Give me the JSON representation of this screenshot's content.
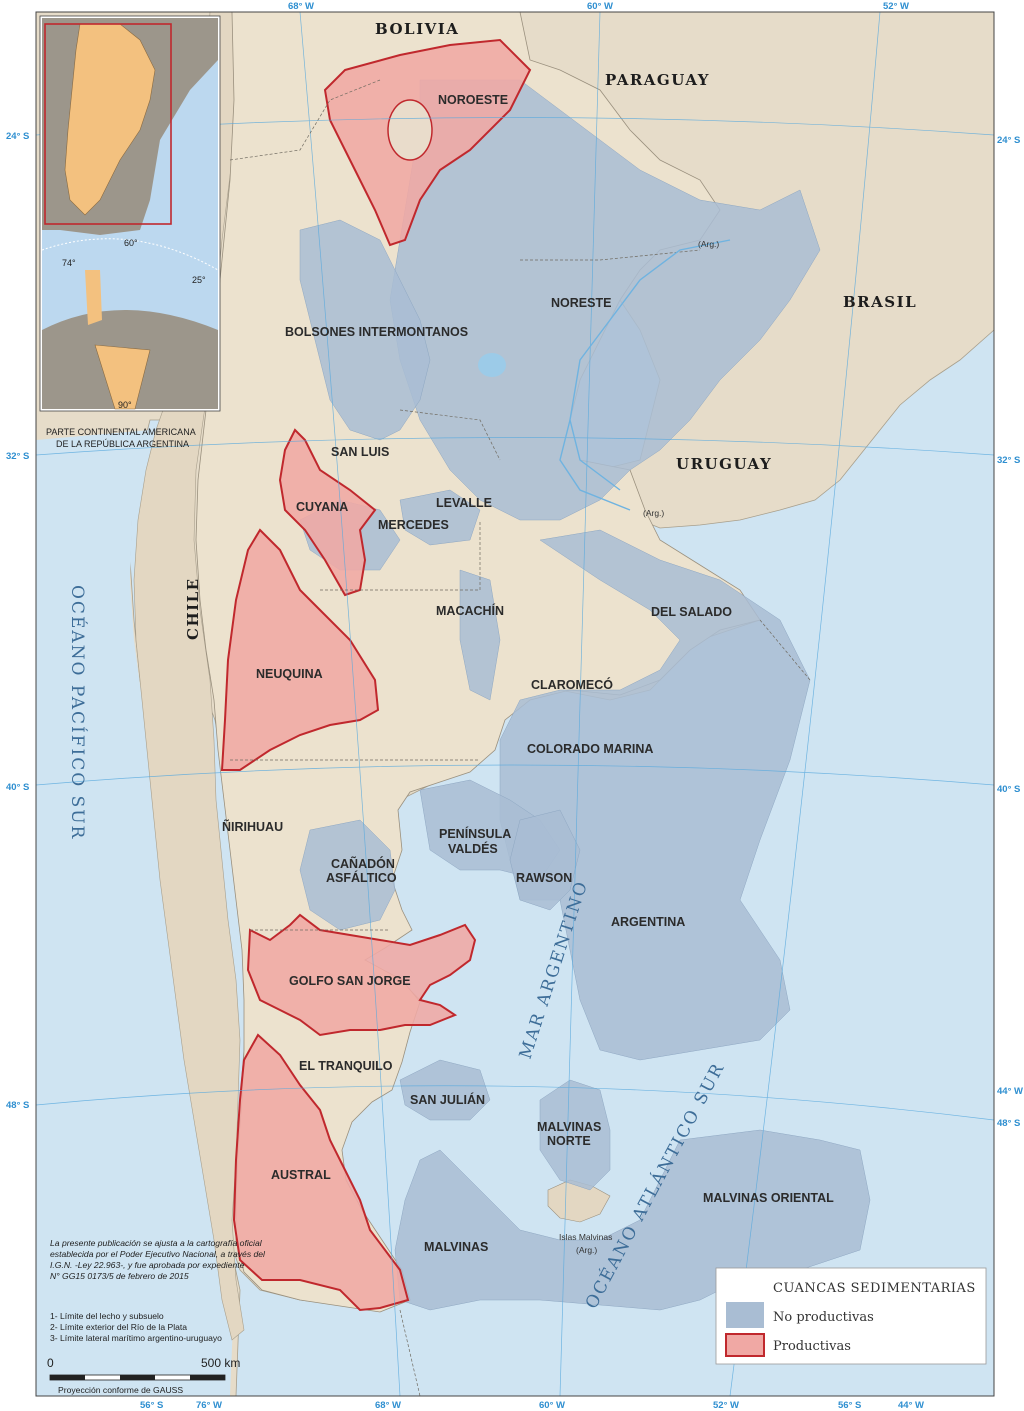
{
  "countries": {
    "bolivia": "BOLIVIA",
    "paraguay": "PARAGUAY",
    "brasil": "BRASIL",
    "uruguay": "URUGUAY",
    "chile": "CHILE"
  },
  "oceans": {
    "pacifico": "OCÉANO PACÍFICO SUR",
    "atlantico": "OCÉANO ATLÁNTICO SUR",
    "mar": "MAR ARGENTINO"
  },
  "basins": {
    "noroeste": "NOROESTE",
    "noreste": "NORESTE",
    "bolsones": "BOLSONES INTERMONTANOS",
    "sanluis": "SAN LUIS",
    "cuyana": "CUYANA",
    "mercedes": "MERCEDES",
    "levalle": "LEVALLE",
    "macachin": "MACACHÍN",
    "delsalado": "DEL SALADO",
    "neuquina": "NEUQUINA",
    "claromeco": "CLAROMECÓ",
    "coloradomarina": "COLORADO MARINA",
    "nirihuau": "ÑIRIHUAU",
    "peninsula1": "PENÍNSULA",
    "peninsula2": "VALDÉS",
    "canadon1": "CAÑADÓN",
    "canadon2": "ASFÁLTICO",
    "rawson": "RAWSON",
    "argentina": "ARGENTINA",
    "golfo": "GOLFO SAN JORGE",
    "eltranquilo": "EL TRANQUILO",
    "sanjulian": "SAN JULIÁN",
    "malvinasnorte1": "MALVINAS",
    "malvinasnorte2": "NORTE",
    "austral": "AUSTRAL",
    "malvinasoriental": "MALVINAS ORIENTAL",
    "malvinas": "MALVINAS"
  },
  "places": {
    "arg1": "(Arg.)",
    "arg2": "(Arg.)",
    "islas": "Islas Malvinas",
    "islasarg": "(Arg.)"
  },
  "coords": {
    "top68": "68° W",
    "top60": "60° W",
    "top52": "52° W",
    "l24": "24° S",
    "r24": "24° S",
    "l32": "32° S",
    "r32": "32° S",
    "l40": "40° S",
    "r40": "40° S",
    "l48": "48° S",
    "r44": "44° W",
    "r48": "48° S",
    "b56s": "56° S",
    "b76": "76° W",
    "b68": "68° W",
    "b60": "60° W",
    "b52": "52° W",
    "b56s2": "56° S",
    "b44": "44° W"
  },
  "inset": {
    "lon60": "60°",
    "lon74": "74°",
    "lon25": "25°",
    "lat90": "90°",
    "caption1": "PARTE CONTINENTAL AMERICANA",
    "caption2": "DE LA REPÚBLICA ARGENTINA"
  },
  "note": {
    "line1": "La presente publicación se ajusta a la cartografía oficial",
    "line2": "establecida por el Poder Ejecutivo Nacional, a través del",
    "line3": "I.G.N. -Ley 22.963-, y fue aprobada por expediente",
    "line4": "N° GG15 0173/5 de febrero de 2015"
  },
  "limits": [
    "1- Límite del lecho y subsuelo",
    "2- Límite exterior del Río de la Plata",
    "3- Límite lateral marítimo argentino-uruguayo"
  ],
  "scale": {
    "zero": "0",
    "distance": "500 km",
    "projection": "Proyección conforme de GAUSS"
  },
  "legend": {
    "title": "CUANCAS SEDIMENTARIAS",
    "items": [
      {
        "label": "No productivas",
        "color": "#a9bdd3"
      },
      {
        "label": "Productivas",
        "color": "#f0a8a4"
      }
    ]
  },
  "colors": {
    "ocean": "#cfe4f2",
    "land": "#e6dcc9",
    "nonproductive": "#a9bdd3",
    "productive": "#f0a8a4",
    "productive_border": "#c0282d"
  }
}
